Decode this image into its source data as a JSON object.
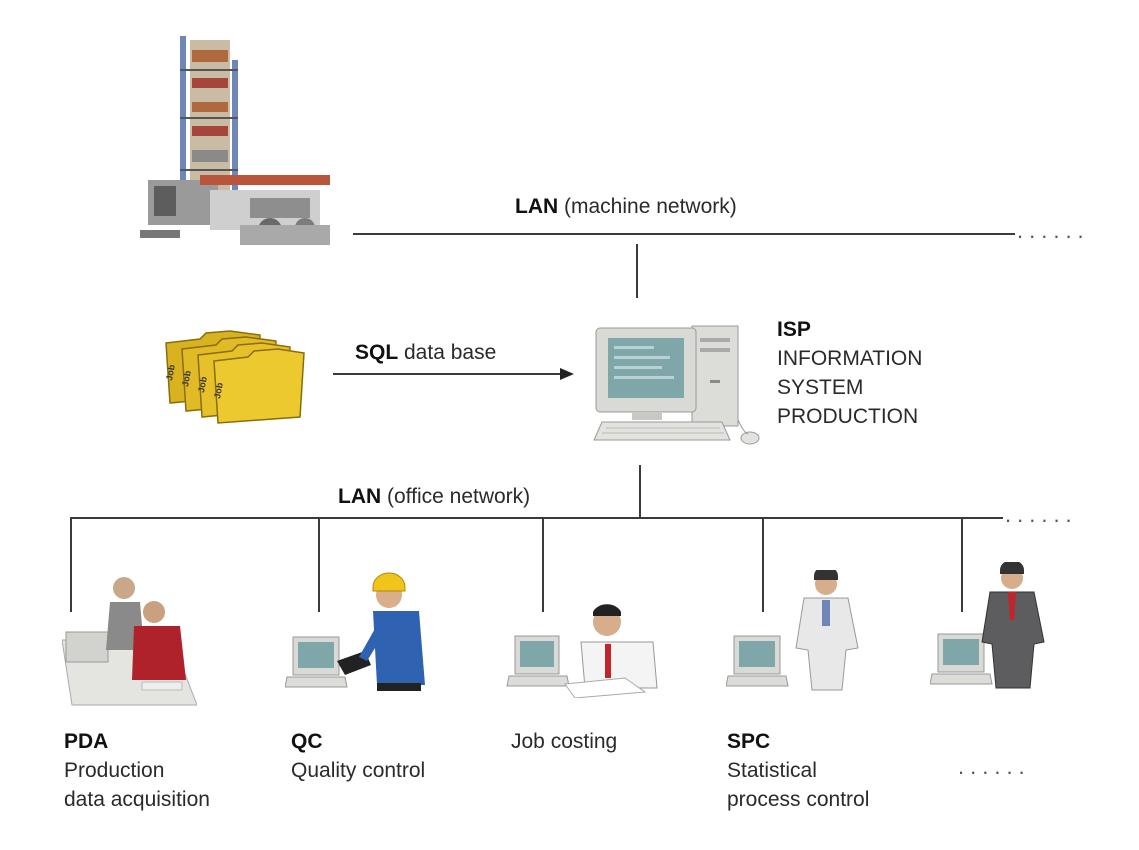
{
  "machine_lan": {
    "bold": "LAN",
    "rest": " (machine network)"
  },
  "sql": {
    "bold": "SQL",
    "rest": " data base"
  },
  "isp": {
    "bold": "ISP",
    "lines": [
      "INFORMATION",
      "SYSTEM",
      "PRODUCTION"
    ]
  },
  "office_lan": {
    "bold": "LAN",
    "rest": " (office network)"
  },
  "folders": [
    "Job",
    "Job",
    "Job",
    "Job"
  ],
  "stations": [
    {
      "bold": "PDA",
      "lines": [
        "Production",
        "data acquisition"
      ]
    },
    {
      "bold": "QC",
      "lines": [
        "Quality control"
      ]
    },
    {
      "bold": "",
      "lines": [
        "Job costing"
      ]
    },
    {
      "bold": "SPC",
      "lines": [
        "Statistical",
        "process control"
      ]
    },
    {
      "bold": "",
      "lines": [
        "......"
      ]
    }
  ],
  "continuation": "......",
  "colors": {
    "line": "#3a3a3a",
    "folder": "#e6c12a",
    "folder_edge": "#8a6d0a",
    "screen": "#7fa6a8",
    "computer": "#d9d9d6",
    "worker_shirt": "#2f62b0",
    "helmet": "#f0c419",
    "tie": "#c0252b"
  }
}
